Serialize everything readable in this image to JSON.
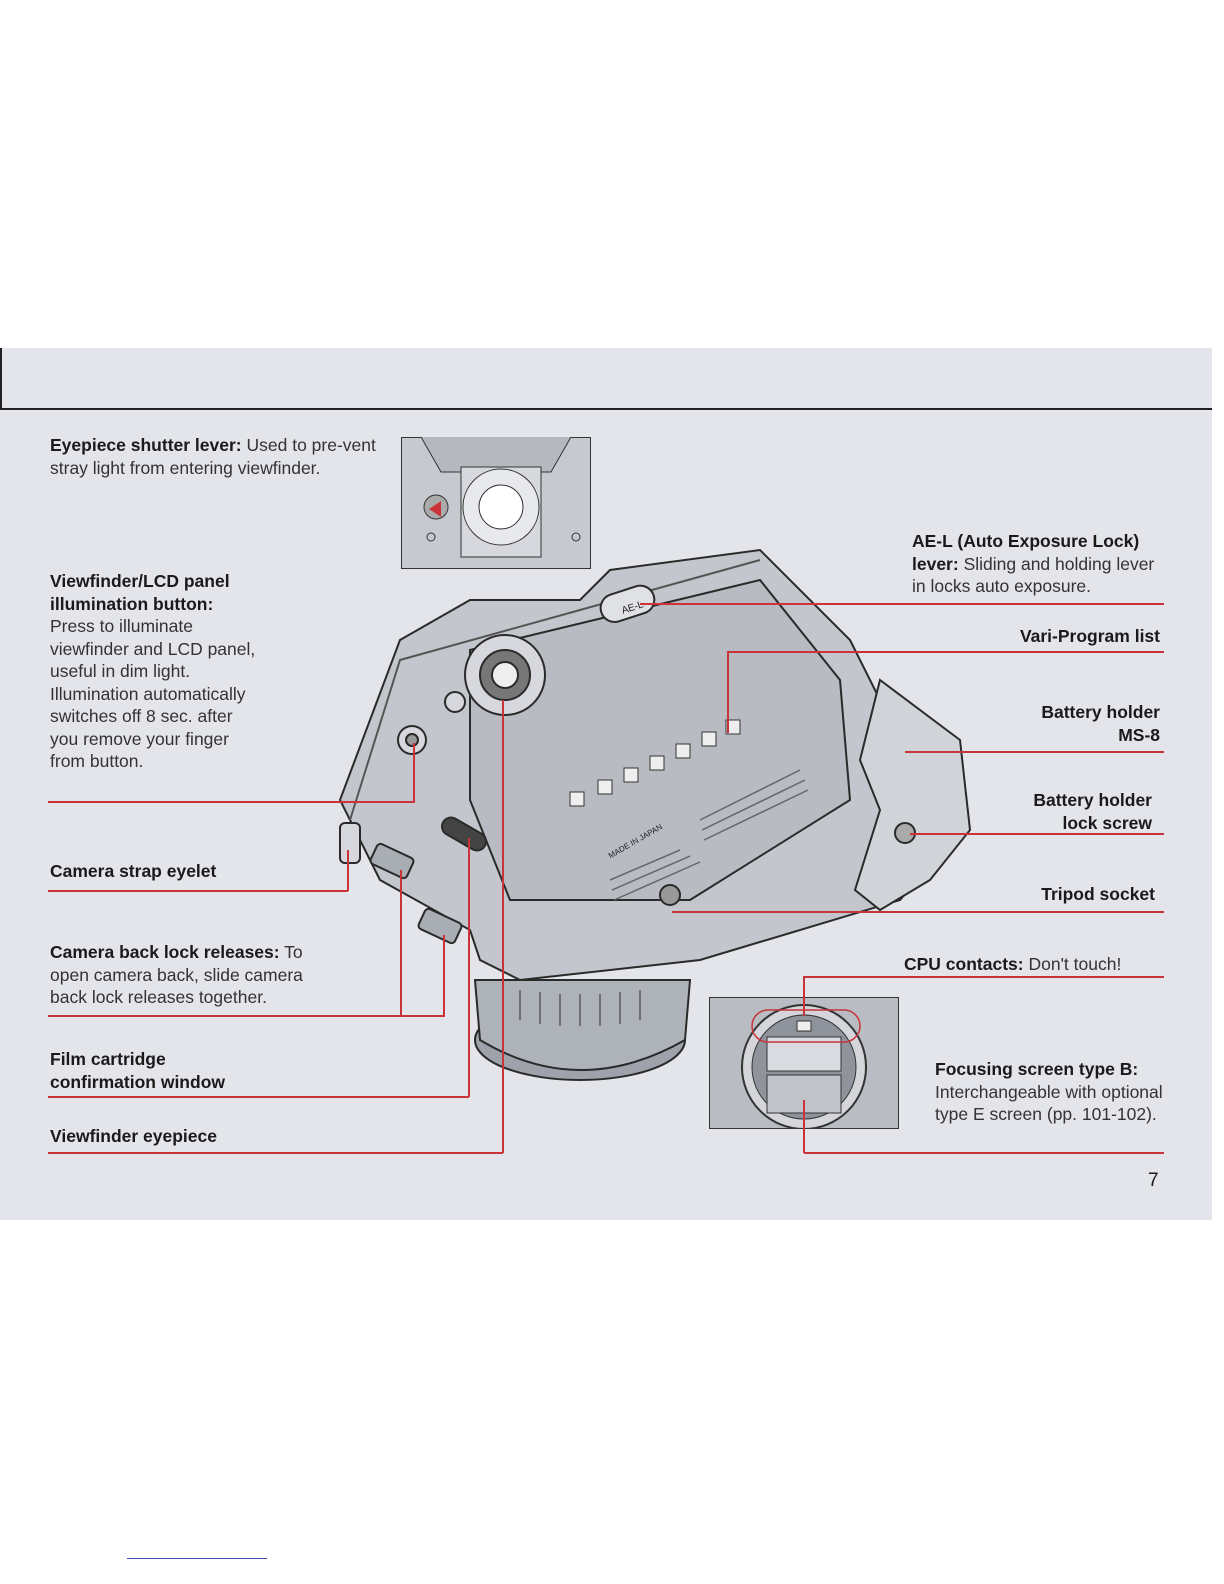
{
  "callouts": {
    "eyepiece_shutter": {
      "title": "Eyepiece shutter lever:",
      "text": " Used to pre-vent stray light from entering viewfinder."
    },
    "illum_button": {
      "title": "Viewfinder/LCD panel illumination button:",
      "text": "Press to illuminate viewfinder and LCD panel, useful in dim light. Illumination automatically switches off 8 sec. after you remove your finger from button."
    },
    "strap_eyelet": {
      "title": "Camera strap eyelet"
    },
    "back_lock": {
      "title": "Camera back lock releases:",
      "text": " To open camera back, slide camera back lock releases together."
    },
    "film_window": {
      "title": "Film cartridge confirmation window"
    },
    "eyepiece": {
      "title": "Viewfinder eyepiece"
    },
    "ael": {
      "title": "AE-L (Auto Exposure Lock) lever:",
      "text": " Sliding and holding lever in locks auto exposure."
    },
    "vari_program": {
      "title": "Vari-Program list"
    },
    "battery_holder": {
      "title": "Battery holder MS-8"
    },
    "battery_screw": {
      "title": "Battery holder lock screw"
    },
    "tripod": {
      "title": "Tripod socket"
    },
    "cpu": {
      "title": "CPU contacts:",
      "text": " Don't touch!"
    },
    "focusing_screen": {
      "title": "Focusing screen type B:",
      "text": "Interchangeable with optional type E screen (pp. 101-102)."
    }
  },
  "camera": {
    "ael_mark": "AE-L",
    "made_in": "MADE IN JAPAN"
  },
  "page_number": "7",
  "colors": {
    "leader": "#c8343a",
    "paper": "#e3e5ea"
  }
}
